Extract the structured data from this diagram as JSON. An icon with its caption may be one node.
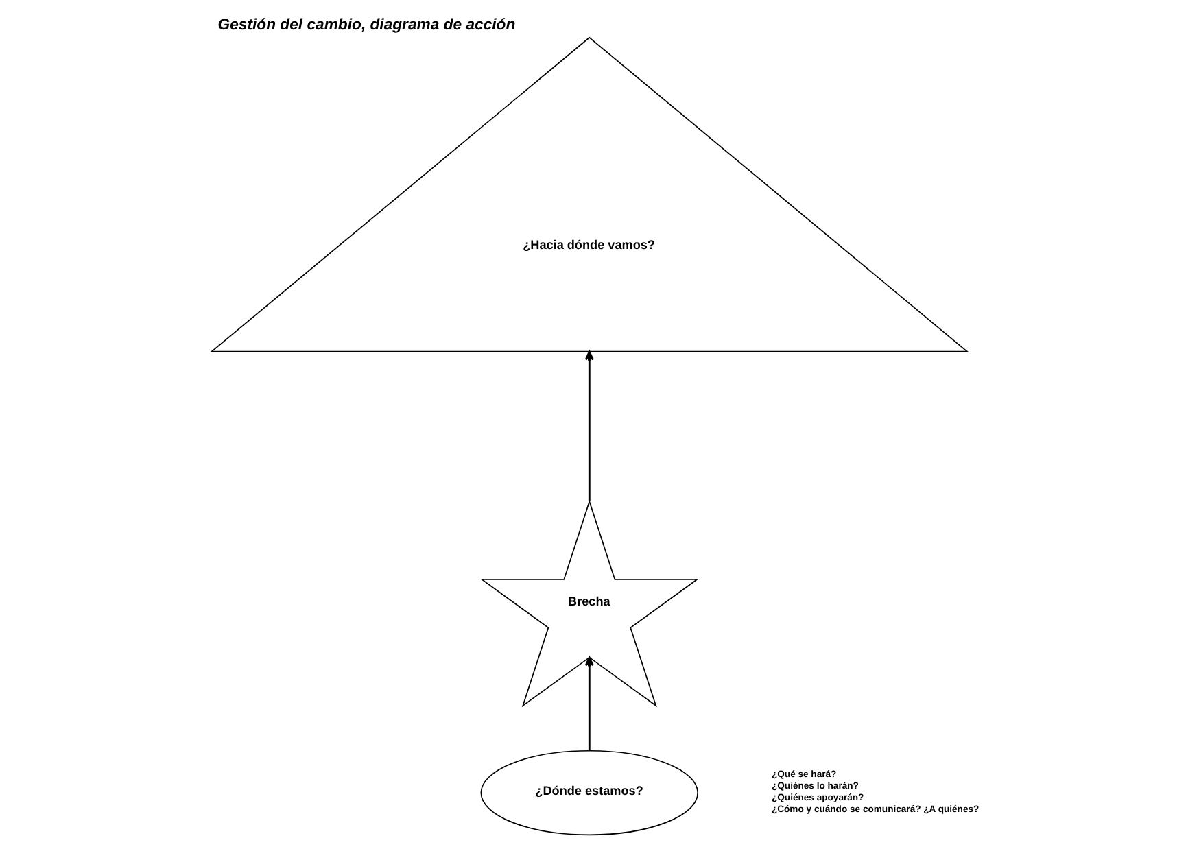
{
  "diagram": {
    "title": "Gestión del cambio, diagrama de acción",
    "nodes": [
      {
        "text": [
          "¿Hacia dónde vamos?"
        ]
      },
      {
        "text": [
          "Brecha"
        ]
      },
      {
        "text": [
          "¿Dónde estamos?"
        ]
      }
    ],
    "edges": [
      {
        "from": 2,
        "to": 1,
        "arrow": "to"
      },
      {
        "from": 1,
        "to": 0,
        "arrow": "to"
      }
    ],
    "labels": [
      "¿Qué se hará?",
      "¿Quiénes lo harán?",
      "¿Quiénes apoyarán?",
      "¿Cómo y cuándo se comunicará? ¿A quiénes?"
    ]
  }
}
